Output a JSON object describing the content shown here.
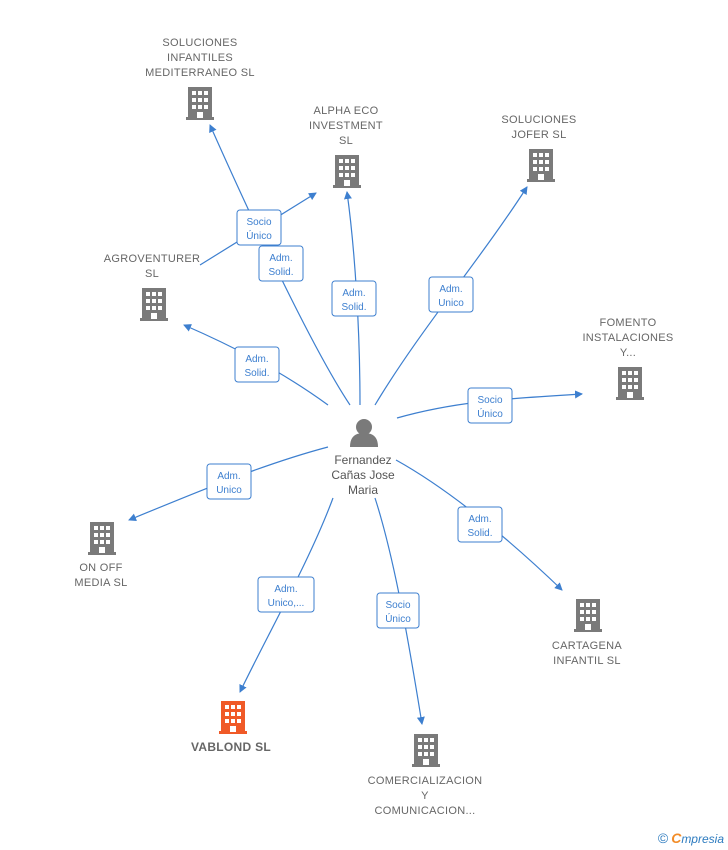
{
  "center": {
    "name_lines": [
      "Fernandez",
      "Cañas Jose",
      "Maria"
    ],
    "icon": "person-icon"
  },
  "companies": [
    {
      "id": "soluciones-infantiles",
      "lines": [
        "SOLUCIONES",
        "INFANTILES",
        "MEDITERRANEO SL"
      ],
      "icon": "building-icon",
      "color": "#7a7a7a"
    },
    {
      "id": "alpha-eco",
      "lines": [
        "ALPHA ECO",
        "INVESTMENT",
        "SL"
      ],
      "icon": "building-icon",
      "color": "#7a7a7a"
    },
    {
      "id": "soluciones-jofer",
      "lines": [
        "SOLUCIONES",
        "JOFER  SL"
      ],
      "icon": "building-icon",
      "color": "#7a7a7a"
    },
    {
      "id": "agroventurer",
      "lines": [
        "AGROVENTURER",
        "SL"
      ],
      "icon": "building-icon",
      "color": "#7a7a7a"
    },
    {
      "id": "fomento",
      "lines": [
        "FOMENTO",
        "INSTALACIONES",
        "Y..."
      ],
      "icon": "building-icon",
      "color": "#7a7a7a"
    },
    {
      "id": "on-off-media",
      "lines": [
        "ON OFF",
        "MEDIA  SL"
      ],
      "icon": "building-icon",
      "color": "#7a7a7a"
    },
    {
      "id": "cartagena",
      "lines": [
        "CARTAGENA",
        "INFANTIL  SL"
      ],
      "icon": "building-icon",
      "color": "#7a7a7a"
    },
    {
      "id": "vablond",
      "lines": [
        "VABLOND  SL"
      ],
      "icon": "building-icon",
      "color": "#f05a28"
    },
    {
      "id": "comercializacion",
      "lines": [
        "COMERCIALIZACION",
        "Y",
        "COMUNICACION..."
      ],
      "icon": "building-icon",
      "color": "#7a7a7a"
    }
  ],
  "roles": [
    {
      "lines": [
        "Socio",
        "Único"
      ]
    },
    {
      "lines": [
        "Adm.",
        "Solid."
      ]
    },
    {
      "lines": [
        "Adm.",
        "Solid."
      ]
    },
    {
      "lines": [
        "Adm.",
        "Unico"
      ]
    },
    {
      "lines": [
        "Adm.",
        "Solid."
      ]
    },
    {
      "lines": [
        "Socio",
        "Único"
      ]
    },
    {
      "lines": [
        "Adm.",
        "Unico"
      ]
    },
    {
      "lines": [
        "Adm.",
        "Solid."
      ]
    },
    {
      "lines": [
        "Adm.",
        "Unico,..."
      ]
    },
    {
      "lines": [
        "Socio",
        "Único"
      ]
    }
  ],
  "colors": {
    "edge": "#3d7fcf",
    "role_border": "#3d7fcf",
    "label": "#666666",
    "highlight": "#f05a28"
  },
  "footer": {
    "copyright": "©",
    "brand_first": "C",
    "brand_rest": "mpresia"
  }
}
